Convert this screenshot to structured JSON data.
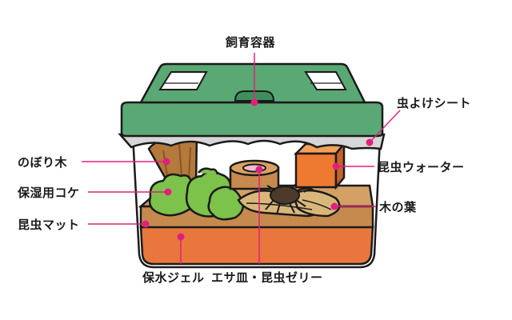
{
  "labels": {
    "container": "飼育容器",
    "insect_sheet": "虫よけシート",
    "perch_log": "のぼり木",
    "moisture_moss": "保湿用コケ",
    "insect_mat": "昆虫マット",
    "insect_water": "昆虫ウォーター",
    "tree_leaves": "木の葉",
    "water_gel": "保水ジェル",
    "feeding_dish_jelly": "エサ皿・昆虫ゼリー"
  },
  "colors": {
    "leader_line": "#e0207f",
    "dot": "#e0207f",
    "lid": "#5aa873",
    "lid_dark": "#3f8f5c",
    "sheet": "#d6d6d6",
    "soil": "#c68a4e",
    "gel": "#e8763d",
    "moss": "#7cc24b",
    "log": "#b37a3b",
    "water_block": "#ee7a32",
    "leaf": "#d9b77a",
    "beetle": "#4d3a2c"
  }
}
